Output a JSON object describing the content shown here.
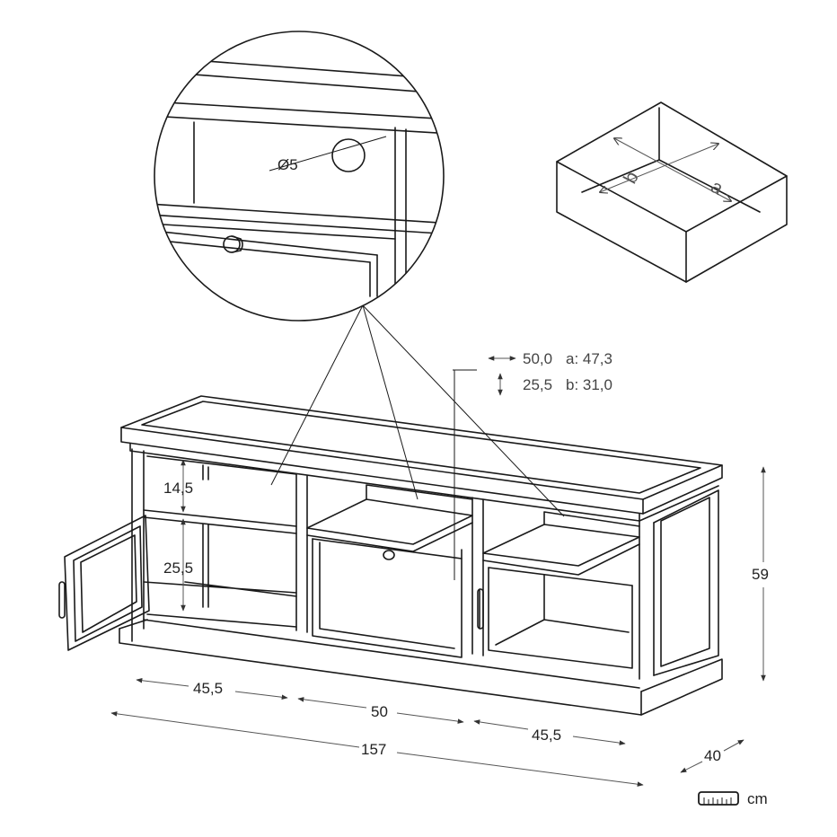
{
  "unit": {
    "label": "cm",
    "icon": "ruler-icon"
  },
  "overall": {
    "width": "157",
    "height": "59",
    "depth": "40"
  },
  "sections": {
    "left": "45,5",
    "center": "50",
    "right": "45,5"
  },
  "shelf_heights": {
    "upper": "14,5",
    "lower": "25,5"
  },
  "hole": {
    "diameter": "Ø5"
  },
  "drawer": {
    "outer_width": "50,0",
    "outer_height": "25,5",
    "inner_a": "a: 47,3",
    "inner_b": "b: 31,0"
  },
  "box_axes": {
    "a": "a",
    "b": "b"
  }
}
